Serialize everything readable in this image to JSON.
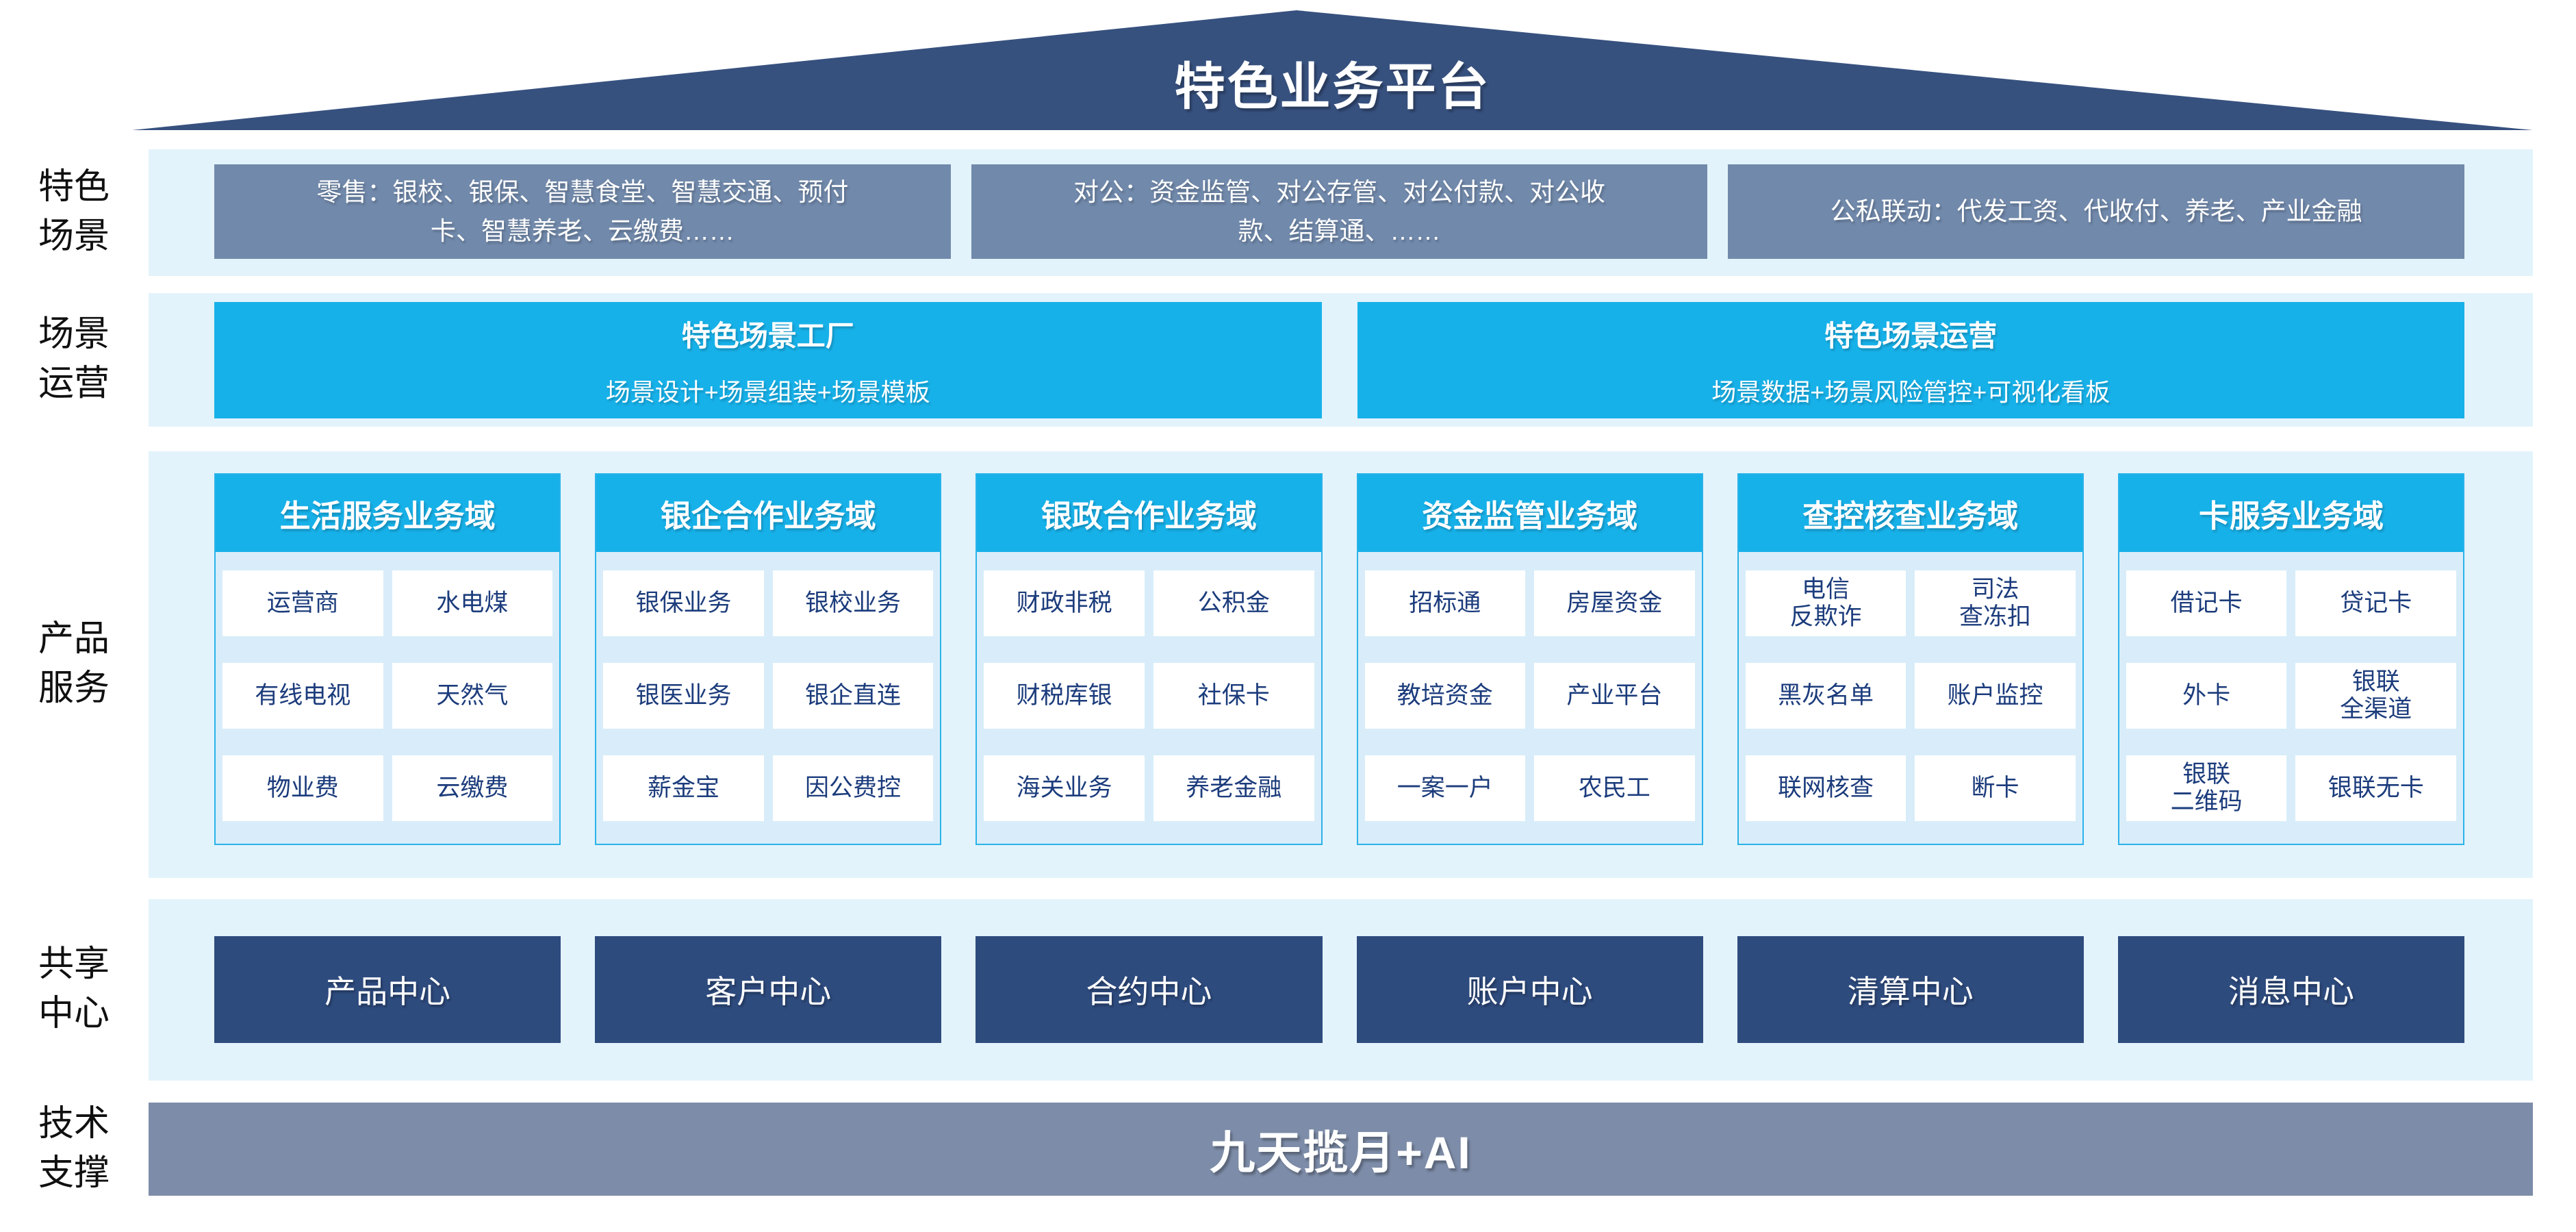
{
  "palette": {
    "roof": "#37517F",
    "scene_box": "#7189AB",
    "cyan": "#17B1E9",
    "panel": "#E3F3FB",
    "domain_body": "#D8EDF9",
    "domain_border": "#2AB3E9",
    "cell_text": "#1C3C7C",
    "center_box": "#2E4B7E",
    "tech_bar": "#7D8CA8"
  },
  "roof": {
    "title": "特色业务平台"
  },
  "sections": {
    "scenes": {
      "label": "特色\n场景",
      "boxes": [
        "零售：银校、银保、智慧食堂、智慧交通、预付\n卡、智慧养老、云缴费……",
        "对公：资金监管、对公存管、对公付款、对公收\n款、结算通、……",
        "公私联动：代发工资、代收付、养老、产业金融"
      ]
    },
    "operations": {
      "label": "场景\n运营",
      "cards": [
        {
          "title": "特色场景工厂",
          "subtitle": "场景设计+场景组装+场景模板"
        },
        {
          "title": "特色场景运营",
          "subtitle": "场景数据+场景风险管控+可视化看板"
        }
      ]
    },
    "products": {
      "label": "产品\n服务",
      "domains": [
        {
          "title": "生活服务业务域",
          "cells": [
            "运营商",
            "水电煤",
            "有线电视",
            "天然气",
            "物业费",
            "云缴费"
          ]
        },
        {
          "title": "银企合作业务域",
          "cells": [
            "银保业务",
            "银校业务",
            "银医业务",
            "银企直连",
            "薪金宝",
            "因公费控"
          ]
        },
        {
          "title": "银政合作业务域",
          "cells": [
            "财政非税",
            "公积金",
            "财税库银",
            "社保卡",
            "海关业务",
            "养老金融"
          ]
        },
        {
          "title": "资金监管业务域",
          "cells": [
            "招标通",
            "房屋资金",
            "教培资金",
            "产业平台",
            "一案一户",
            "农民工"
          ]
        },
        {
          "title": "查控核查业务域",
          "cells": [
            "电信\n反欺诈",
            "司法\n查冻扣",
            "黑灰名单",
            "账户监控",
            "联网核查",
            "断卡"
          ]
        },
        {
          "title": "卡服务业务域",
          "cells": [
            "借记卡",
            "贷记卡",
            "外卡",
            "银联\n全渠道",
            "银联\n二维码",
            "银联无卡"
          ]
        }
      ]
    },
    "centers": {
      "label": "共享\n中心",
      "items": [
        "产品中心",
        "客户中心",
        "合约中心",
        "账户中心",
        "清算中心",
        "消息中心"
      ]
    },
    "tech": {
      "label": "技术\n支撑",
      "banner": "九天揽月+AI"
    }
  }
}
